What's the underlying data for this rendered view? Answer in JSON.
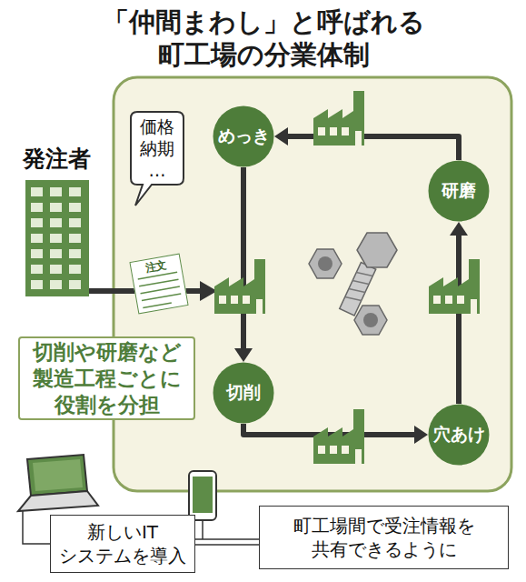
{
  "diagram": {
    "title": "「仲間まわし」と呼ばれる 町工場の分業体制",
    "nodes": [
      {
        "text": [
          "発注者"
        ]
      },
      {
        "text": [
          "価格 納期 …"
        ]
      },
      {
        "text": [
          "注文"
        ]
      },
      {
        "text": [
          "めっき"
        ]
      },
      {
        "text": [
          "研磨"
        ]
      },
      {
        "text": [
          "切削"
        ]
      },
      {
        "text": [
          "穴あけ"
        ]
      },
      {
        "text": [
          "切削や研磨など 製造工程ごとに 役割を分担"
        ]
      },
      {
        "text": [
          "新しいIT システムを導入"
        ]
      },
      {
        "text": [
          "町工場間で受注情報を 共有できるように"
        ]
      }
    ],
    "edges": [
      {
        "from": 3,
        "to": 5,
        "arrow": "to"
      },
      {
        "from": 5,
        "to": 6,
        "arrow": "to"
      },
      {
        "from": 6,
        "to": 4,
        "arrow": "to"
      },
      {
        "from": 4,
        "to": 3,
        "arrow": "to"
      },
      {
        "from": 8,
        "to": 9,
        "arrow": "none"
      }
    ]
  }
}
